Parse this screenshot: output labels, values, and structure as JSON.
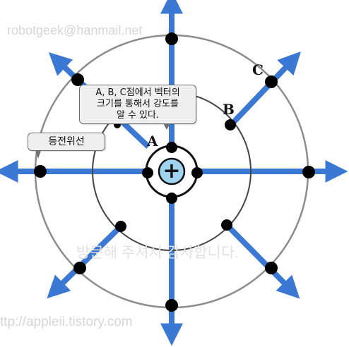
{
  "watermarks": {
    "email": "robotgeek@hanmail.net",
    "thanks": "방문해 주셔서 감사합니다.",
    "url": "ttp://appleii.tistory.com"
  },
  "callouts": {
    "vector_strength": "A, B, C점에서 벡터의\n크기를 통해서 강도를\n알 수 있다.",
    "equipotential": "등전위선"
  },
  "points": {
    "a": "A",
    "b": "B",
    "c": "C"
  },
  "charge": {
    "sign": "+",
    "fill_color": "#9fd3f0"
  },
  "colors": {
    "arrow": "#3a78d4",
    "circle": "#8c8c8c",
    "inner_circle": "#444444",
    "dot": "#000000"
  }
}
